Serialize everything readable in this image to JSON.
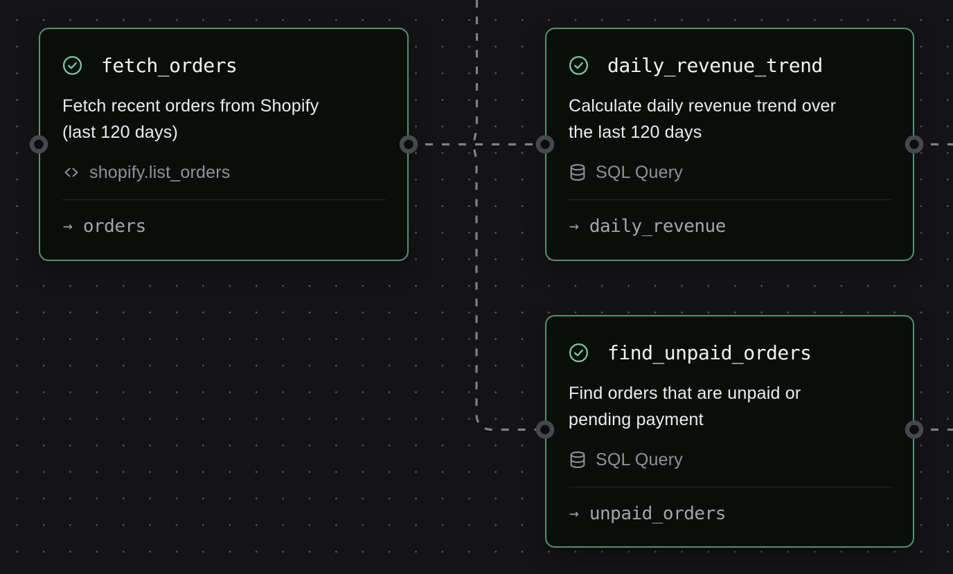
{
  "canvas": {
    "background_color": "#141417",
    "dot_color": "#5c5f64",
    "node_background": "#0a0e0b",
    "node_border_color": "#54936f",
    "status_check_color": "#7cc79b",
    "edge_color": "#7b818b",
    "port_ring_color": "#45484d",
    "title_color": "#f2f3f1",
    "description_color": "#ebedec",
    "meta_color": "#8e9298",
    "output_color": "#a1a6a9"
  },
  "nodes": [
    {
      "title": "fetch_orders",
      "status": "success",
      "description_lines": [
        "Fetch recent orders from Shopify",
        "(last 120 days)"
      ],
      "meta": {
        "icon": "code-icon",
        "label": "shopify.list_orders"
      },
      "output": {
        "arrow": "→",
        "label": "orders"
      }
    },
    {
      "title": "daily_revenue_trend",
      "status": "success",
      "description_lines": [
        "Calculate daily revenue trend over",
        "the last 120 days"
      ],
      "meta": {
        "icon": "database-icon",
        "label": "SQL Query"
      },
      "output": {
        "arrow": "→",
        "label": "daily_revenue"
      }
    },
    {
      "title": "find_unpaid_orders",
      "status": "success",
      "description_lines": [
        "Find orders that are unpaid or",
        "pending payment"
      ],
      "meta": {
        "icon": "database-icon",
        "label": "SQL Query"
      },
      "output": {
        "arrow": "→",
        "label": "unpaid_orders"
      }
    }
  ]
}
